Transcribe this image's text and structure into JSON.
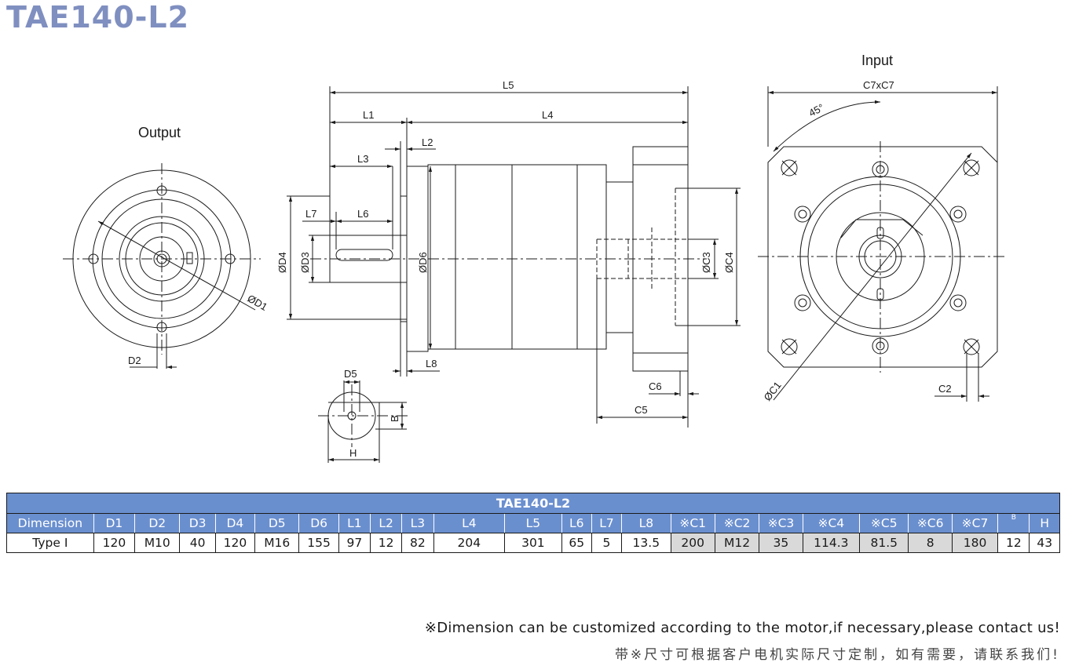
{
  "title": "TAE140-L2",
  "views": {
    "output_label": "Output",
    "input_label": "Input",
    "angle_label": "45°"
  },
  "dims": {
    "L5": "L5",
    "L1": "L1",
    "L4": "L4",
    "L2": "L2",
    "L3": "L3",
    "L7": "L7",
    "L6": "L6",
    "L8": "L8",
    "D4": "ØD4",
    "D3": "ØD3",
    "D6": "ØD6",
    "C3": "ØC3",
    "C4": "ØC4",
    "D1": "ØD1",
    "D2": "D2",
    "D5": "D5",
    "B": "B",
    "H": "H",
    "C6": "C6",
    "C5": "C5",
    "C7xC7": "C7xC7",
    "C1": "ØC1",
    "C2": "C2"
  },
  "table": {
    "caption": "TAE140-L2",
    "headers": [
      "Dimension",
      "D1",
      "D2",
      "D3",
      "D4",
      "D5",
      "D6",
      "L1",
      "L2",
      "L3",
      "L4",
      "L5",
      "L6",
      "L7",
      "L8",
      "※C1",
      "※C2",
      "※C3",
      "※C4",
      "※C5",
      "※C6",
      "※C7",
      "B",
      "H"
    ],
    "row": [
      "Type I",
      "120",
      "M10",
      "40",
      "120",
      "M16",
      "155",
      "97",
      "12",
      "82",
      "204",
      "301",
      "65",
      "5",
      "13.5",
      "200",
      "M12",
      "35",
      "114.3",
      "81.5",
      "8",
      "180",
      "12",
      "43"
    ]
  },
  "notes": {
    "en": "※Dimension can be customized according to the motor,if necessary,please contact us!",
    "zh": "带※尺寸可根据客户电机实际尺寸定制，如有需要，请联系我们!"
  },
  "colors": {
    "title": "#7f8fc0",
    "table_header": "#6a8fcf",
    "highlight_cell": "#d9d9d9"
  }
}
